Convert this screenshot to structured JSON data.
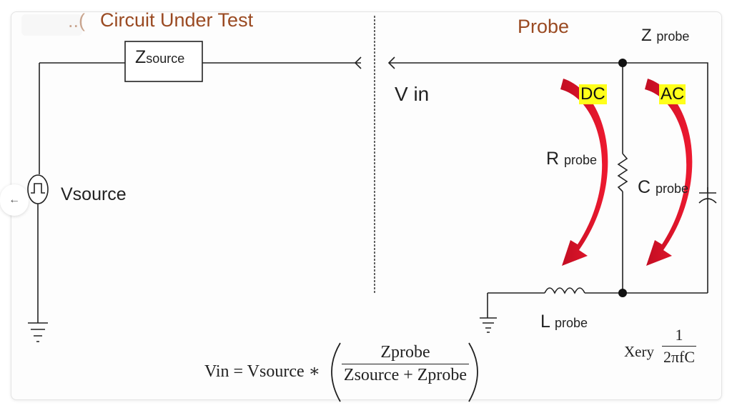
{
  "diagram": {
    "title_left": "Circuit Under Test",
    "title_left_prefix": "..(",
    "title_right": "Probe",
    "z_source": {
      "main": "Z",
      "sub": "source"
    },
    "z_probe": {
      "main": "Z",
      "sub": "probe"
    },
    "v_in": "V in",
    "v_source": "Vsource",
    "dc_label": "DC",
    "ac_label": "AC",
    "r_probe": {
      "main": "R",
      "sub": "probe"
    },
    "c_probe": {
      "main": "C",
      "sub": "probe"
    },
    "l_probe": {
      "main": "L",
      "sub": "probe"
    },
    "formula": {
      "lhs": "Vin = Vsource ∗",
      "numerator": "Zprobe",
      "denominator": "Zsource + Zprobe"
    },
    "reactance": {
      "lhs": "Xery",
      "numerator": "1",
      "denominator": "2πfC"
    }
  },
  "ui": {
    "back_button": "←"
  },
  "colors": {
    "title": "#9a4a22",
    "arrow": "#e0102a",
    "highlight": "#ffff1a",
    "wire": "#222222"
  }
}
